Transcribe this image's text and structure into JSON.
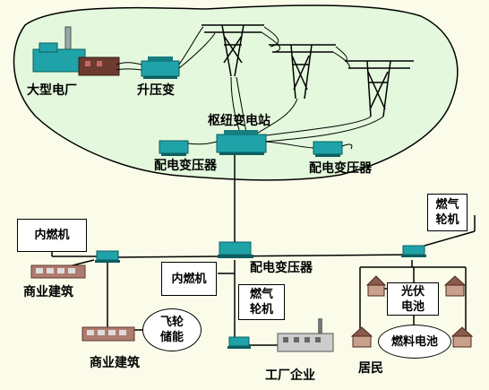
{
  "colors": {
    "grid_area": "#e3f8dc",
    "equipment": "#1fa3a8",
    "equipment_dark": "#0d5e61",
    "building": "#b07b6f",
    "background": "#fbfbea"
  },
  "grid": {
    "power_plant": "大型电厂",
    "step_up": "升压变",
    "hub_substation": "枢纽变电站",
    "dist_transformer_left": "配电变压器",
    "dist_transformer_right": "配电变压器"
  },
  "distribution": {
    "dist_transformer_center": "配电变压器",
    "ice_top_left": "内燃机",
    "ice_center": "内燃机",
    "gas_turbine_center": [
      "燃气",
      "轮机"
    ],
    "gas_turbine_right": [
      "燃气",
      "轮机"
    ],
    "commercial_1": "商业建筑",
    "commercial_2": "商业建筑",
    "flywheel": [
      "飞轮",
      "储能"
    ],
    "factory": "工厂企业",
    "pv": [
      "光伏",
      "电池"
    ],
    "fuel_cell": "燃料电池",
    "residents": "居民"
  }
}
